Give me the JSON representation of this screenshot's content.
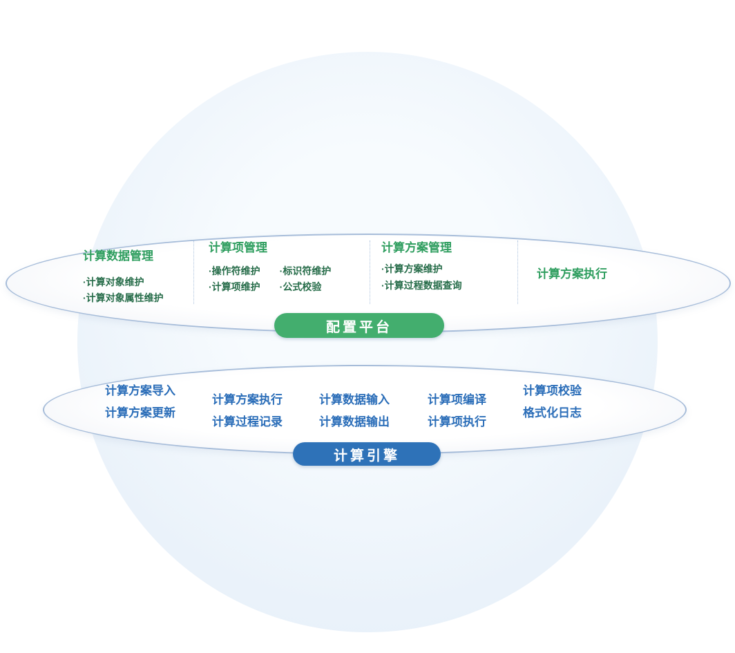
{
  "theme": {
    "green_title": "#2f9e5f",
    "green_item": "#266c49",
    "green_badge": "#43ae6e",
    "blue_text": "#2a6db8",
    "blue_badge": "#2e72b8",
    "ellipse_border": "#a6bcd9",
    "background_circle": "#eaf2fa"
  },
  "platform": {
    "badge": "配置平台",
    "groups": [
      {
        "title": "计算数据管理",
        "items": [
          "·计算对象维护",
          "·计算对象属性维护"
        ]
      },
      {
        "title": "计算项管理",
        "col1": [
          "·操作符维护",
          "·计算项维护"
        ],
        "col2": [
          "·标识符维护",
          "·公式校验"
        ]
      },
      {
        "title": "计算方案管理",
        "items": [
          "·计算方案维护",
          "·计算过程数据查询"
        ]
      },
      {
        "title": "计算方案执行"
      }
    ]
  },
  "engine": {
    "badge": "计算引擎",
    "columns": [
      [
        "计算方案导入",
        "计算方案更新"
      ],
      [
        "计算方案执行",
        "计算过程记录"
      ],
      [
        "计算数据输入",
        "计算数据输出"
      ],
      [
        "计算项编译",
        "计算项执行"
      ],
      [
        "计算项校验",
        "格式化日志"
      ]
    ]
  }
}
